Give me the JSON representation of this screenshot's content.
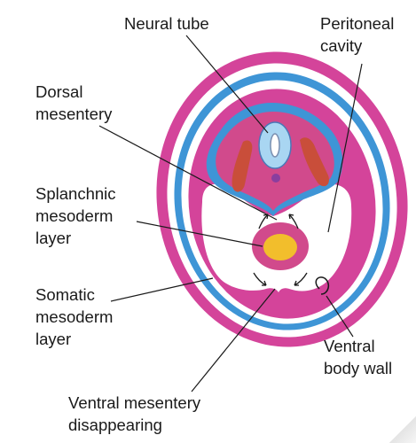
{
  "labels": {
    "neural_tube": "Neural tube",
    "peritoneal_cavity": [
      "Peritoneal",
      "cavity"
    ],
    "dorsal_mesentery": [
      "Dorsal",
      "mesentery"
    ],
    "splanchnic_mesoderm": [
      "Splanchnic",
      "mesoderm",
      "layer"
    ],
    "somatic_mesoderm": [
      "Somatic",
      "mesoderm",
      "layer"
    ],
    "ventral_body_wall": [
      "Ventral",
      "body wall"
    ],
    "ventral_mesentery": [
      "Ventral mesentery",
      "disappearing"
    ]
  },
  "colors": {
    "body_pink": "#D4449A",
    "mesoderm_magenta": "#D14A8C",
    "somatic_blue": "#3E95D6",
    "neural_tube_blue": "#A9D6F2",
    "notochord_purple": "#8A3E9E",
    "muscle_red": "#C94E3A",
    "gut_yellow": "#F2BE2C",
    "cavity_white": "#FFFFFF",
    "line_black": "#1A1A1A"
  }
}
